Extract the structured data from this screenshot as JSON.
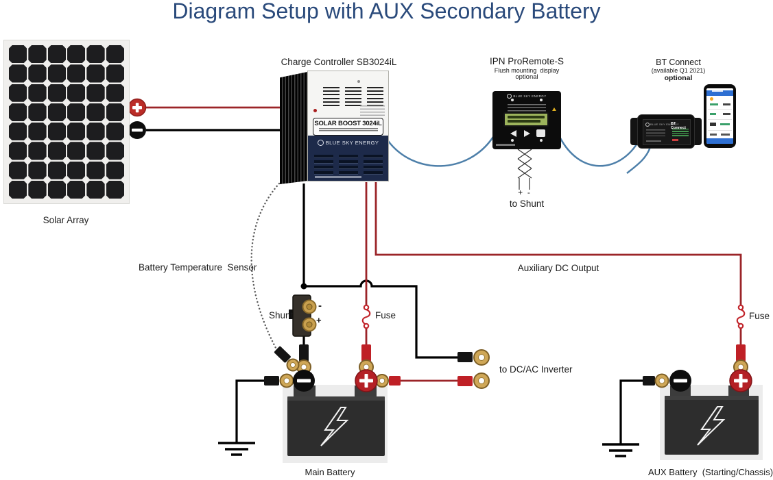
{
  "title": {
    "text": "Diagram Setup with AUX Secondary Battery"
  },
  "solar": {
    "label": "Solar Array",
    "rows": 8,
    "cols": 6
  },
  "controller": {
    "label": "Charge Controller SB3024iL",
    "model": "SOLAR BOOST 3024iL",
    "brand": "BLUE SKY ENERGY"
  },
  "remote": {
    "title": "IPN ProRemote-S",
    "subtitle": "Flush mounting  display",
    "note": "optional",
    "brand": "BLUE SKY ENERGY",
    "polarity": "+  -",
    "to_shunt": "to Shunt"
  },
  "bt": {
    "title": "BT Connect",
    "availability": "(available Q1 2021)",
    "note": "optional",
    "device_label": "BT Connect",
    "brand": "BLUE SKY ENERGY"
  },
  "annotations": {
    "battery_temp_sensor": "Battery Temperature  Sensor",
    "aux_dc_output": "Auxiliary DC Output",
    "shunt": "Shunt",
    "shunt_minus": "-",
    "shunt_plus": "+",
    "fuse_main": "Fuse",
    "fuse_aux": "Fuse",
    "to_inverter": "to DC/AC Inverter",
    "main_battery": "Main Battery",
    "aux_battery": "AUX Battery  (Starting/Chassis)"
  },
  "colors": {
    "title_blue": "#2a4a7b",
    "wire_red": "#9b2428",
    "wire_black": "#000000",
    "wire_blue": "#4d7fa9",
    "fuse_red": "#c2272d",
    "terminal_red": "#b42025",
    "brass": "#c9a04f",
    "controller_navy": "#1d2a4a"
  }
}
